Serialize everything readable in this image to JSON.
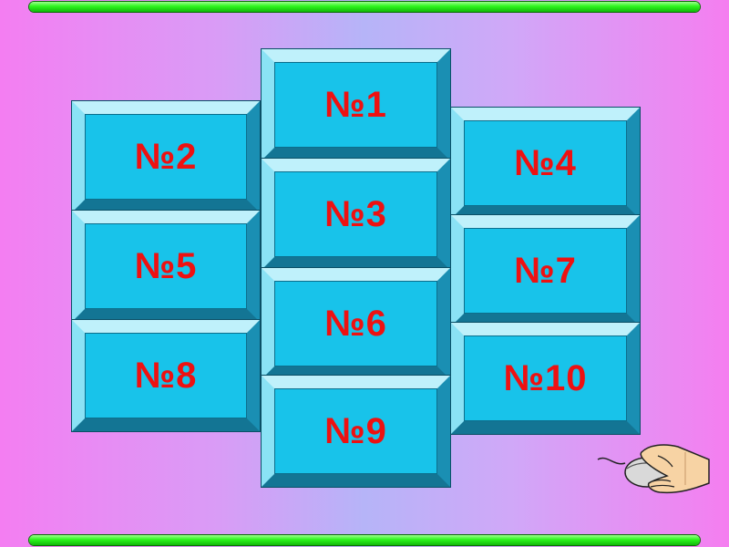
{
  "tiles": {
    "t1": "№1",
    "t2": "№2",
    "t3": "№3",
    "t4": "№4",
    "t5": "№5",
    "t6": "№6",
    "t7": "№7",
    "t8": "№8",
    "t9": "№9",
    "t10": "№10"
  },
  "colors": {
    "tile_face": "#18c3ea",
    "label": "#ee1111",
    "bar": "#2cf51c"
  },
  "icons": {
    "cursor": "hand-mouse-icon"
  }
}
